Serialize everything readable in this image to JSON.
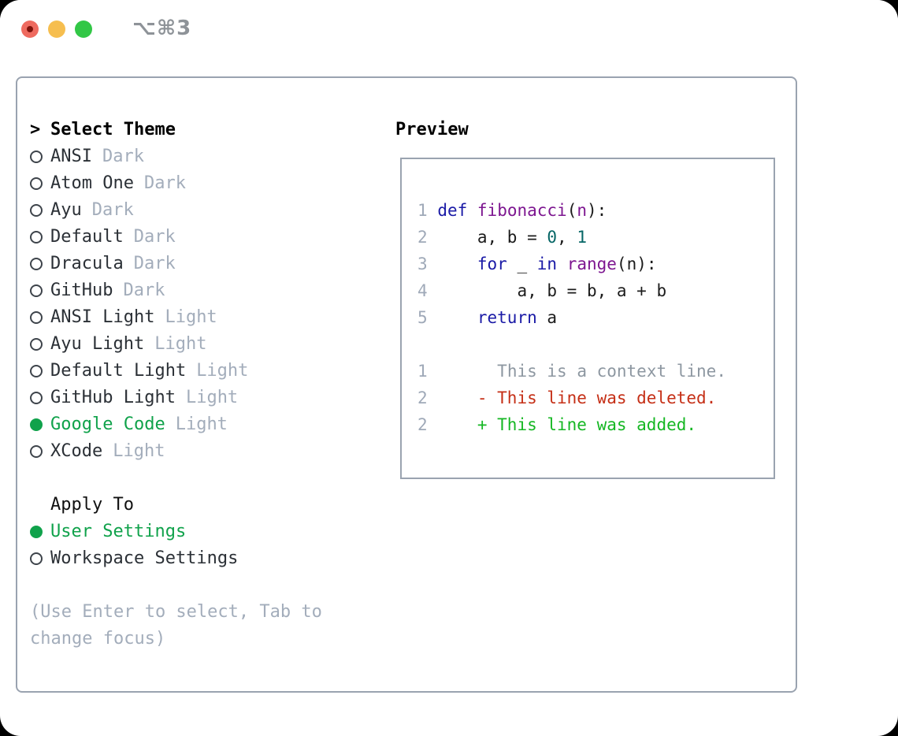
{
  "titlebar": {
    "shortcut": "⌥⌘3"
  },
  "theme_panel": {
    "header": {
      "prompt": ">",
      "label": "Select Theme"
    },
    "themes": [
      {
        "name": "ANSI",
        "tag": "Dark",
        "selected": false
      },
      {
        "name": "Atom One",
        "tag": "Dark",
        "selected": false
      },
      {
        "name": "Ayu",
        "tag": "Dark",
        "selected": false
      },
      {
        "name": "Default",
        "tag": "Dark",
        "selected": false
      },
      {
        "name": "Dracula",
        "tag": "Dark",
        "selected": false
      },
      {
        "name": "GitHub",
        "tag": "Dark",
        "selected": false
      },
      {
        "name": "ANSI Light",
        "tag": "Light",
        "selected": false
      },
      {
        "name": "Ayu Light",
        "tag": "Light",
        "selected": false
      },
      {
        "name": "Default Light",
        "tag": "Light",
        "selected": false
      },
      {
        "name": "GitHub Light",
        "tag": "Light",
        "selected": false
      },
      {
        "name": "Google Code",
        "tag": "Light",
        "selected": true
      },
      {
        "name": "XCode",
        "tag": "Light",
        "selected": false
      }
    ],
    "apply_to": {
      "header": "Apply To",
      "options": [
        {
          "name": "User Settings",
          "selected": true
        },
        {
          "name": "Workspace Settings",
          "selected": false
        }
      ]
    },
    "help_lines": [
      "(Use Enter to select, Tab to",
      "change focus)"
    ]
  },
  "preview": {
    "header": "Preview",
    "lines": [
      {
        "segments": [
          {
            "t": "1",
            "c": "lineno"
          },
          {
            "t": " ",
            "c": "plain"
          },
          {
            "t": "def",
            "c": "keyword"
          },
          {
            "t": " ",
            "c": "plain"
          },
          {
            "t": "fibonacci",
            "c": "title"
          },
          {
            "t": "(",
            "c": "plain"
          },
          {
            "t": "n",
            "c": "title"
          },
          {
            "t": "):",
            "c": "plain"
          }
        ]
      },
      {
        "segments": [
          {
            "t": "2",
            "c": "lineno"
          },
          {
            "t": "     a, b = ",
            "c": "plain"
          },
          {
            "t": "0",
            "c": "number"
          },
          {
            "t": ", ",
            "c": "plain"
          },
          {
            "t": "1",
            "c": "number"
          }
        ]
      },
      {
        "segments": [
          {
            "t": "3",
            "c": "lineno"
          },
          {
            "t": "     ",
            "c": "plain"
          },
          {
            "t": "for",
            "c": "keyword"
          },
          {
            "t": " _ ",
            "c": "plain"
          },
          {
            "t": "in",
            "c": "keyword"
          },
          {
            "t": " ",
            "c": "plain"
          },
          {
            "t": "range",
            "c": "title"
          },
          {
            "t": "(n):",
            "c": "plain"
          }
        ]
      },
      {
        "segments": [
          {
            "t": "4",
            "c": "lineno"
          },
          {
            "t": "         a, b = b, a + b",
            "c": "plain"
          }
        ]
      },
      {
        "segments": [
          {
            "t": "5",
            "c": "lineno"
          },
          {
            "t": "     ",
            "c": "plain"
          },
          {
            "t": "return",
            "c": "keyword"
          },
          {
            "t": " a",
            "c": "plain"
          }
        ]
      },
      {
        "segments": []
      },
      {
        "segments": [
          {
            "t": "1",
            "c": "lineno"
          },
          {
            "t": "       ",
            "c": "plain"
          },
          {
            "t": "This is a context line.",
            "c": "context"
          }
        ]
      },
      {
        "segments": [
          {
            "t": "2",
            "c": "lineno"
          },
          {
            "t": "     ",
            "c": "plain"
          },
          {
            "t": "- This line was deleted.",
            "c": "deleted"
          }
        ]
      },
      {
        "segments": [
          {
            "t": "2",
            "c": "lineno"
          },
          {
            "t": "     ",
            "c": "plain"
          },
          {
            "t": "+ This line was added.",
            "c": "added"
          }
        ]
      }
    ]
  },
  "colors": {
    "keyword": "#1a1aa6",
    "title_purple": "#7d1690",
    "number_literal": "#066666",
    "diff_deleted": "#c52f16",
    "diff_added": "#15b723",
    "selected_green": "#10a24b",
    "muted_gray": "#a3adbb",
    "panel_border": "#9aa3b0",
    "traffic_red": "#ee6a5f",
    "traffic_yellow": "#f6be4f",
    "traffic_green": "#32c746"
  }
}
